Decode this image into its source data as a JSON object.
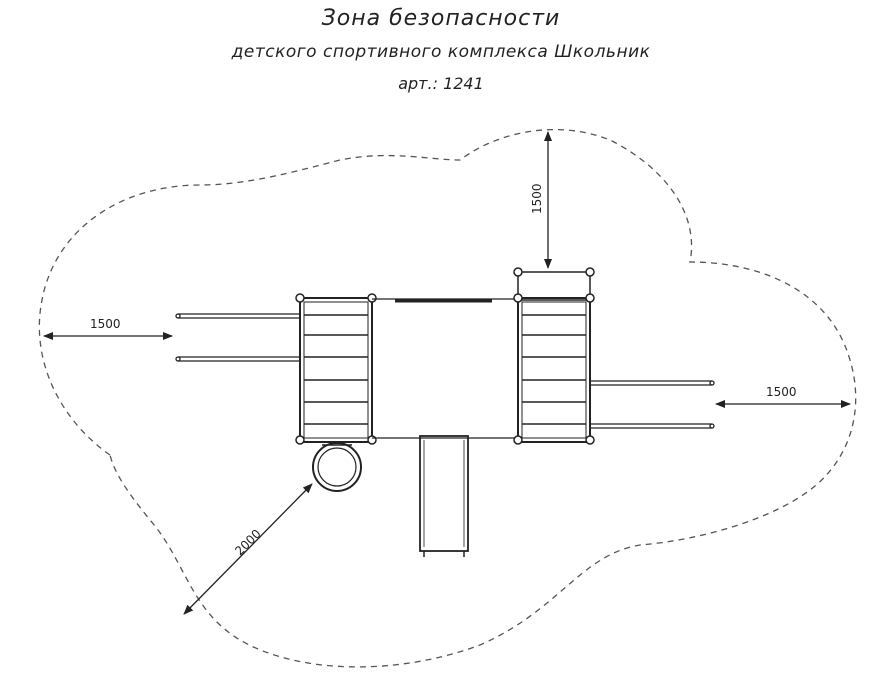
{
  "title": {
    "line1": "Зона безопасности",
    "line2": "детского спортивного комплекса Школьник",
    "line3": "арт.: 1241"
  },
  "dimensions": {
    "left": "1500",
    "top": "1500",
    "right": "1500",
    "bottom_left": "2000"
  },
  "colors": {
    "line": "#222222",
    "zone": "#555555"
  }
}
